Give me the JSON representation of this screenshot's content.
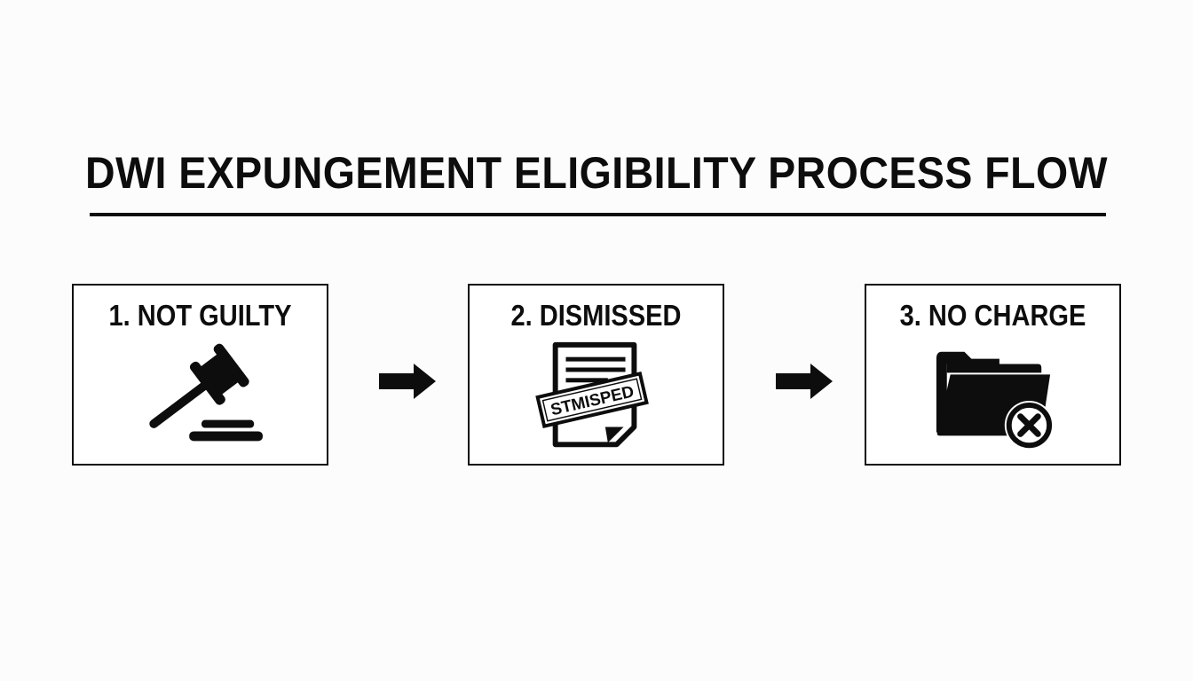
{
  "title": "DWI EXPUNGEMENT ELIGIBILITY PROCESS FLOW",
  "steps": [
    {
      "label": "1. NOT GUILTY",
      "icon": "gavel-icon"
    },
    {
      "label": "2. DISMISSED",
      "icon": "dismissed-document-icon",
      "stamp_text": "STMISPED"
    },
    {
      "label": "3. NO CHARGE",
      "icon": "folder-x-icon"
    }
  ],
  "connectors": [
    "right-arrow-icon",
    "right-arrow-icon"
  ],
  "colors": {
    "ink": "#0d0d0d",
    "background": "#fcfcfc"
  }
}
